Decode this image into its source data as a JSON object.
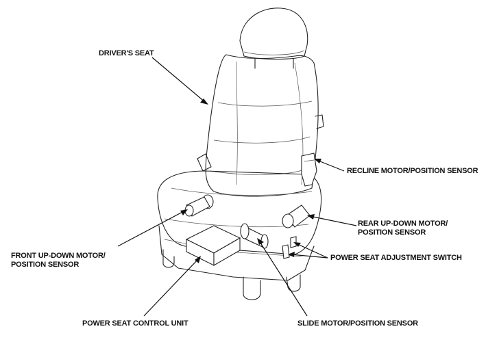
{
  "labels": {
    "drivers_seat": "DRIVER'S SEAT",
    "recline_motor": "RECLINE MOTOR/POSITION SENSOR",
    "rear_updown_line1": "REAR UP-DOWN MOTOR/",
    "rear_updown_line2": "POSITION SENSOR",
    "power_seat_switch": "POWER SEAT ADJUSTMENT SWITCH",
    "front_updown_line1": "FRONT UP-DOWN MOTOR/",
    "front_updown_line2": "POSITION SENSOR",
    "control_unit": "POWER SEAT CONTROL UNIT",
    "slide_motor": "SLIDE MOTOR/POSITION SENSOR"
  }
}
